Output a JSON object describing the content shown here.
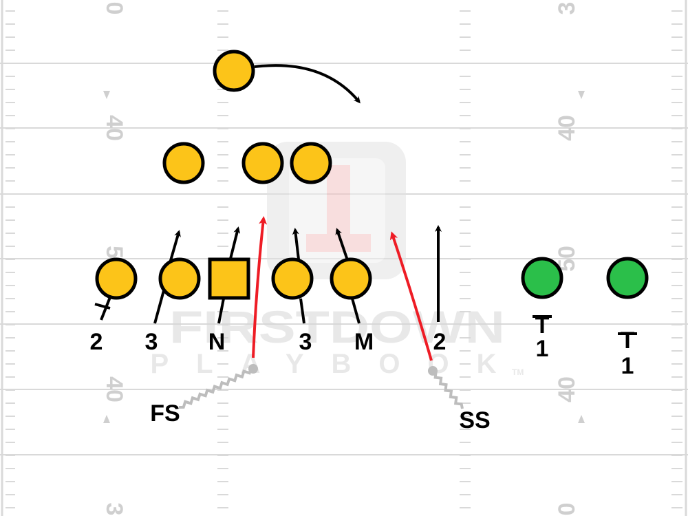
{
  "field": {
    "colors": {
      "grass": "#ffffff",
      "lines": "#d9d9d9",
      "numbers": "#cfcfcf"
    },
    "yard_numbers": {
      "left": [
        "0",
        "40",
        "50",
        "40",
        "3"
      ],
      "right": [
        "3",
        "40",
        "50",
        "40",
        "0"
      ]
    }
  },
  "watermark": {
    "line1": "FIRSTDOWN",
    "line2": "PLAYBOOK",
    "tm": "TM"
  },
  "colors": {
    "defense": "#fcc419",
    "offense": "#2bbf4a",
    "pressure": "#ee1c25",
    "stroke": "#000000",
    "safety_path": "#bdbdbd"
  },
  "labels": {
    "left_end_tech": "2",
    "left_tackle_tech": "3",
    "nose": "N",
    "right_tackle_tech": "3",
    "mike": "M",
    "right_end_tech": "2",
    "free_safety": "FS",
    "strong_safety": "SS",
    "receiver1_tech_t": "T",
    "receiver1_tech_num": "1",
    "receiver2_tech_t": "T",
    "receiver2_tech_num": "1"
  }
}
